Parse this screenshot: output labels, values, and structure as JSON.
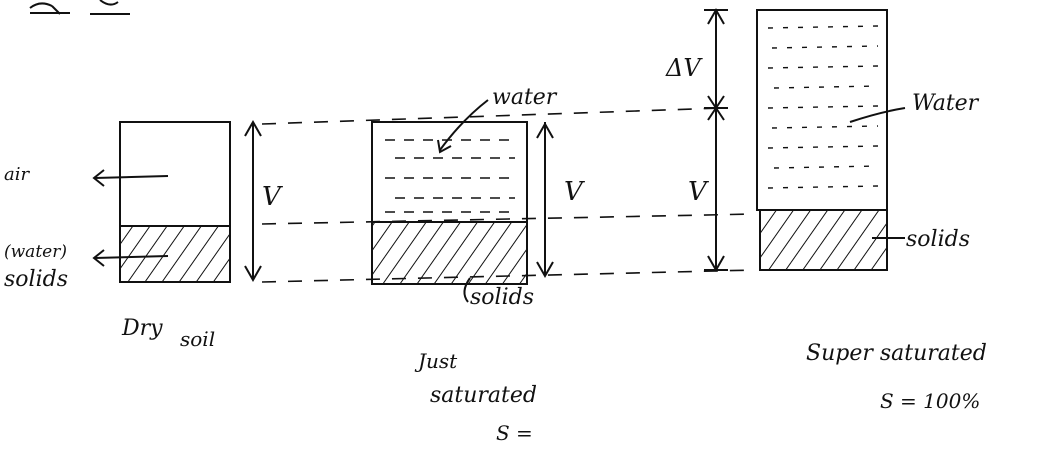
{
  "labels": {
    "air": "air",
    "water_solids_left": "(water)",
    "solids_left": "solids",
    "water_mid": "water",
    "solids_mid": "solids",
    "water_right": "Water",
    "solids_right": "solids",
    "v_left": "V",
    "v_mid": "V",
    "v_right": "V",
    "delta_v": "ΔV"
  },
  "captions": {
    "dry": [
      "Dry",
      "soil"
    ],
    "just": [
      "Just",
      "saturated",
      "S ="
    ],
    "super": [
      "Super saturated",
      "S = 100%"
    ]
  },
  "colors": {
    "ink": "#111111",
    "background": "#ffffff"
  }
}
